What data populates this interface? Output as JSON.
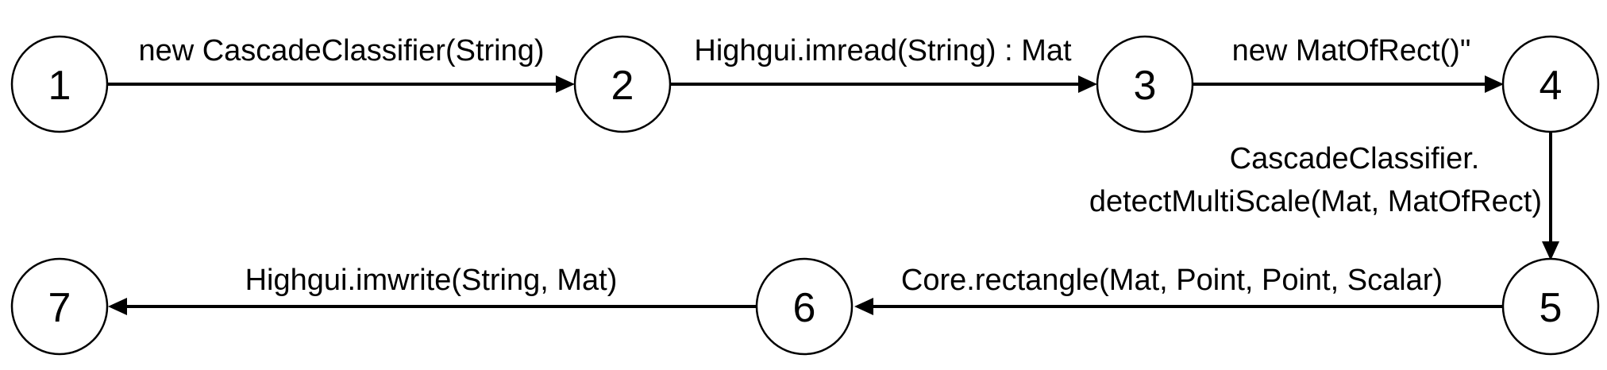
{
  "nodes": [
    {
      "id": "1",
      "label": "1"
    },
    {
      "id": "2",
      "label": "2"
    },
    {
      "id": "3",
      "label": "3"
    },
    {
      "id": "4",
      "label": "4"
    },
    {
      "id": "5",
      "label": "5"
    },
    {
      "id": "6",
      "label": "6"
    },
    {
      "id": "7",
      "label": "7"
    }
  ],
  "edges": [
    {
      "from": "1",
      "to": "2",
      "label_lines": [
        "new CascadeClassifier(String)"
      ]
    },
    {
      "from": "2",
      "to": "3",
      "label_lines": [
        "Highgui.imread(String) : Mat"
      ]
    },
    {
      "from": "3",
      "to": "4",
      "label_lines": [
        "new MatOfRect()\""
      ]
    },
    {
      "from": "4",
      "to": "5",
      "label_lines": [
        "CascadeClassifier.",
        "detectMultiScale(Mat, MatOfRect)"
      ]
    },
    {
      "from": "5",
      "to": "6",
      "label_lines": [
        "Core.rectangle(Mat, Point, Point, Scalar)"
      ]
    },
    {
      "from": "6",
      "to": "7",
      "label_lines": [
        "Highgui.imwrite(String, Mat)"
      ]
    }
  ]
}
